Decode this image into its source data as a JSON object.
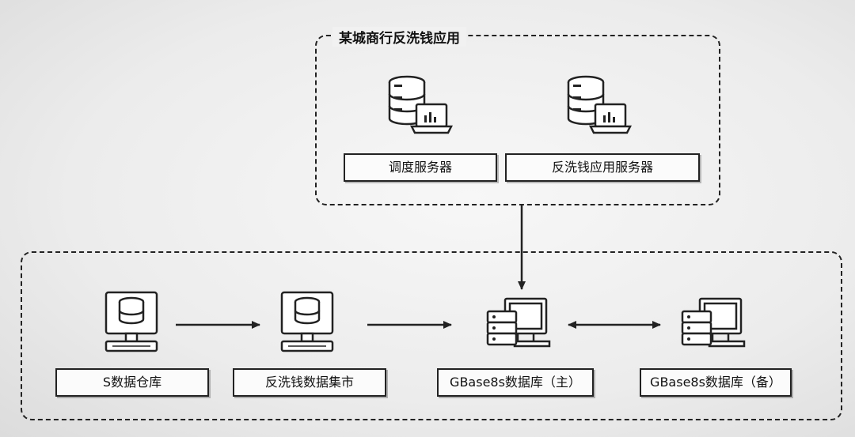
{
  "app_group": {
    "title": "某城商行反洗钱应用",
    "nodes": [
      {
        "label": "调度服务器",
        "icon": "server-with-laptop-icon"
      },
      {
        "label": "反洗钱应用服务器",
        "icon": "server-with-laptop-icon"
      }
    ]
  },
  "data_group": {
    "nodes": [
      {
        "label": "S数据仓库",
        "icon": "database-workstation-icon"
      },
      {
        "label": "反洗钱数据集市",
        "icon": "database-workstation-icon"
      },
      {
        "label": "GBase8s数据库（主）",
        "icon": "computer-server-icon"
      },
      {
        "label": "GBase8s数据库（备）",
        "icon": "computer-server-icon"
      }
    ]
  },
  "edges": [
    {
      "from": "反洗钱应用",
      "to": "GBase8s数据库（主）",
      "type": "arrow"
    },
    {
      "from": "S数据仓库",
      "to": "反洗钱数据集市",
      "type": "arrow"
    },
    {
      "from": "反洗钱数据集市",
      "to": "GBase8s数据库（主）",
      "type": "arrow"
    },
    {
      "from": "GBase8s数据库（主）",
      "to": "GBase8s数据库（备）",
      "type": "bidirectional"
    }
  ]
}
